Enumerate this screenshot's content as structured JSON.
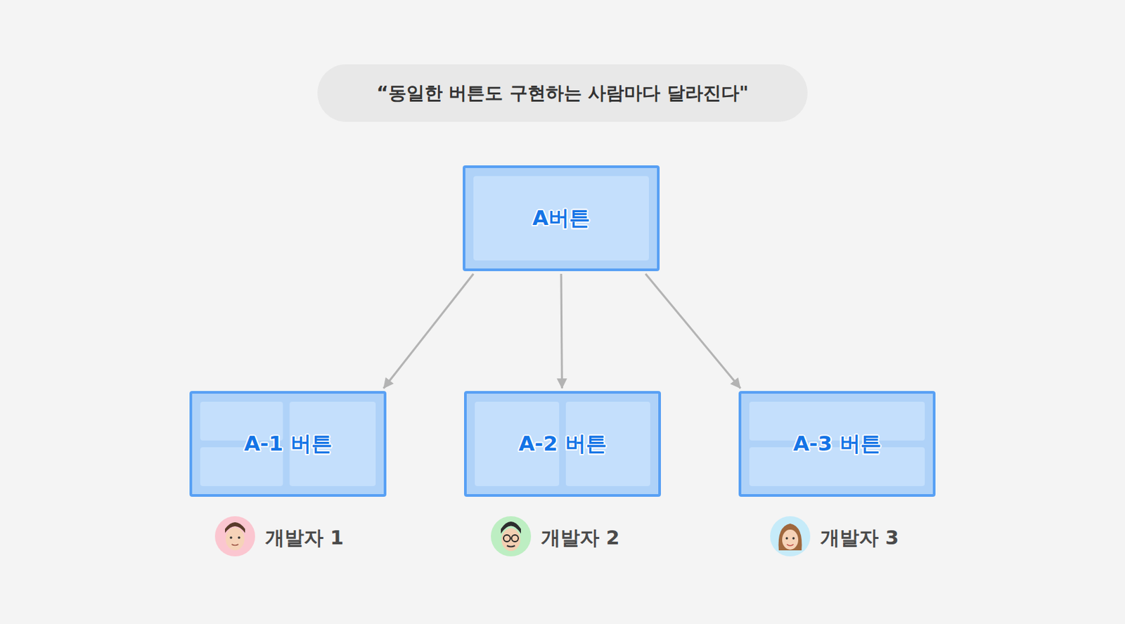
{
  "diagram": {
    "title": "“동일한 버튼도 구현하는 사람마다 달라진다\"",
    "nodes": [
      {
        "text": [
          "A버튼"
        ]
      },
      {
        "text": [
          "A-1 버튼"
        ]
      },
      {
        "text": [
          "A-2 버튼"
        ]
      },
      {
        "text": [
          "A-3 버튼"
        ]
      }
    ],
    "edges": [
      {
        "from": 0,
        "to": 1,
        "arrow": "to"
      },
      {
        "from": 0,
        "to": 2,
        "arrow": "to"
      },
      {
        "from": 0,
        "to": 3,
        "arrow": "to"
      }
    ],
    "labels": [
      "개발자 1",
      "개발자 2",
      "개발자 3"
    ]
  }
}
